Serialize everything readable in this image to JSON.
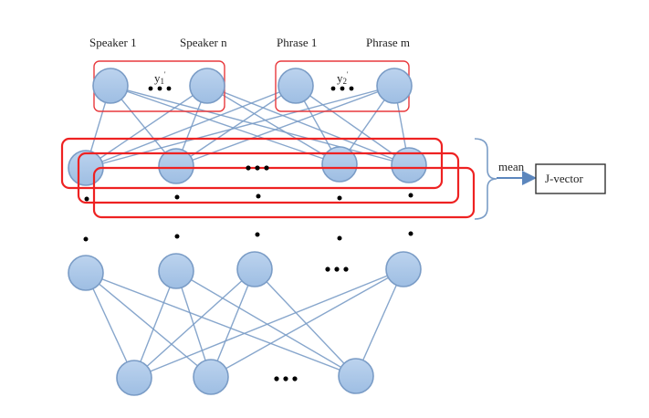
{
  "diagram": {
    "top_labels": {
      "speaker_first": "Speaker 1",
      "speaker_last": "Speaker n",
      "phrase_first": "Phrase 1",
      "phrase_last": "Phrase m"
    },
    "group_symbols": {
      "speaker_output": "y",
      "speaker_output_sub": "1",
      "speaker_output_sup": "'",
      "phrase_output": "y",
      "phrase_output_sub": "2",
      "phrase_output_sup": "'"
    },
    "ellipsis": "• • •",
    "aggregation_label": "mean",
    "output_label": "J-vector",
    "layers": [
      {
        "name": "speaker-output-layer",
        "nodes": 2,
        "has_ellipsis": true
      },
      {
        "name": "phrase-output-layer",
        "nodes": 2,
        "has_ellipsis": true
      },
      {
        "name": "last-hidden-layer",
        "nodes": 4,
        "has_ellipsis": true,
        "stacked_frames": 3
      },
      {
        "name": "first-hidden-layer",
        "nodes": 4,
        "has_ellipsis": true
      },
      {
        "name": "input-layer",
        "nodes": 3,
        "has_ellipsis": true
      }
    ],
    "colors": {
      "node_fill_top": "#bcd3ee",
      "node_fill_bottom": "#9ebee3",
      "node_stroke": "#7a9cc6",
      "group_box": "#e8393d",
      "frame_box": "#ee2222",
      "arrow": "#5b86bd"
    }
  }
}
